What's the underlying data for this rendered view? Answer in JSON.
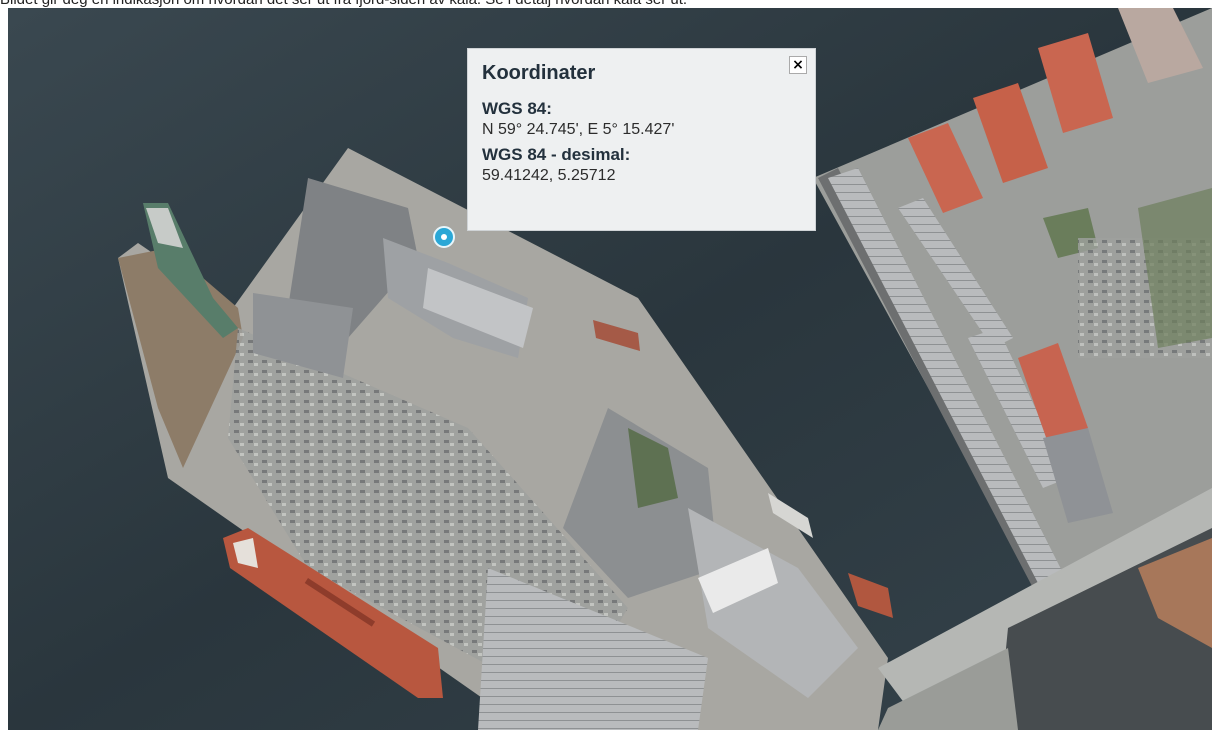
{
  "caption": "Bildet gir deg en indikasjon om hvordan det ser ut fra fjord-siden av kaia. Se i detalj hvordan kaia ser ut.",
  "popup": {
    "title": "Koordinater",
    "close_label": "×",
    "wgs84_label": "WGS 84:",
    "wgs84_value": "N 59° 24.745', E 5° 15.427'",
    "wgs84_decimal_label": "WGS 84 - desimal:",
    "wgs84_decimal_value": "59.41242, 5.25712"
  },
  "map": {
    "type": "aerial-orthophoto",
    "marker_icon": "location-marker-icon",
    "colors": {
      "water": "#2e3b43",
      "quay": "#a7a7a4",
      "roof_red": "#c96650",
      "ship_hull": "#b8573f",
      "marker": "#2aa7d6"
    }
  }
}
